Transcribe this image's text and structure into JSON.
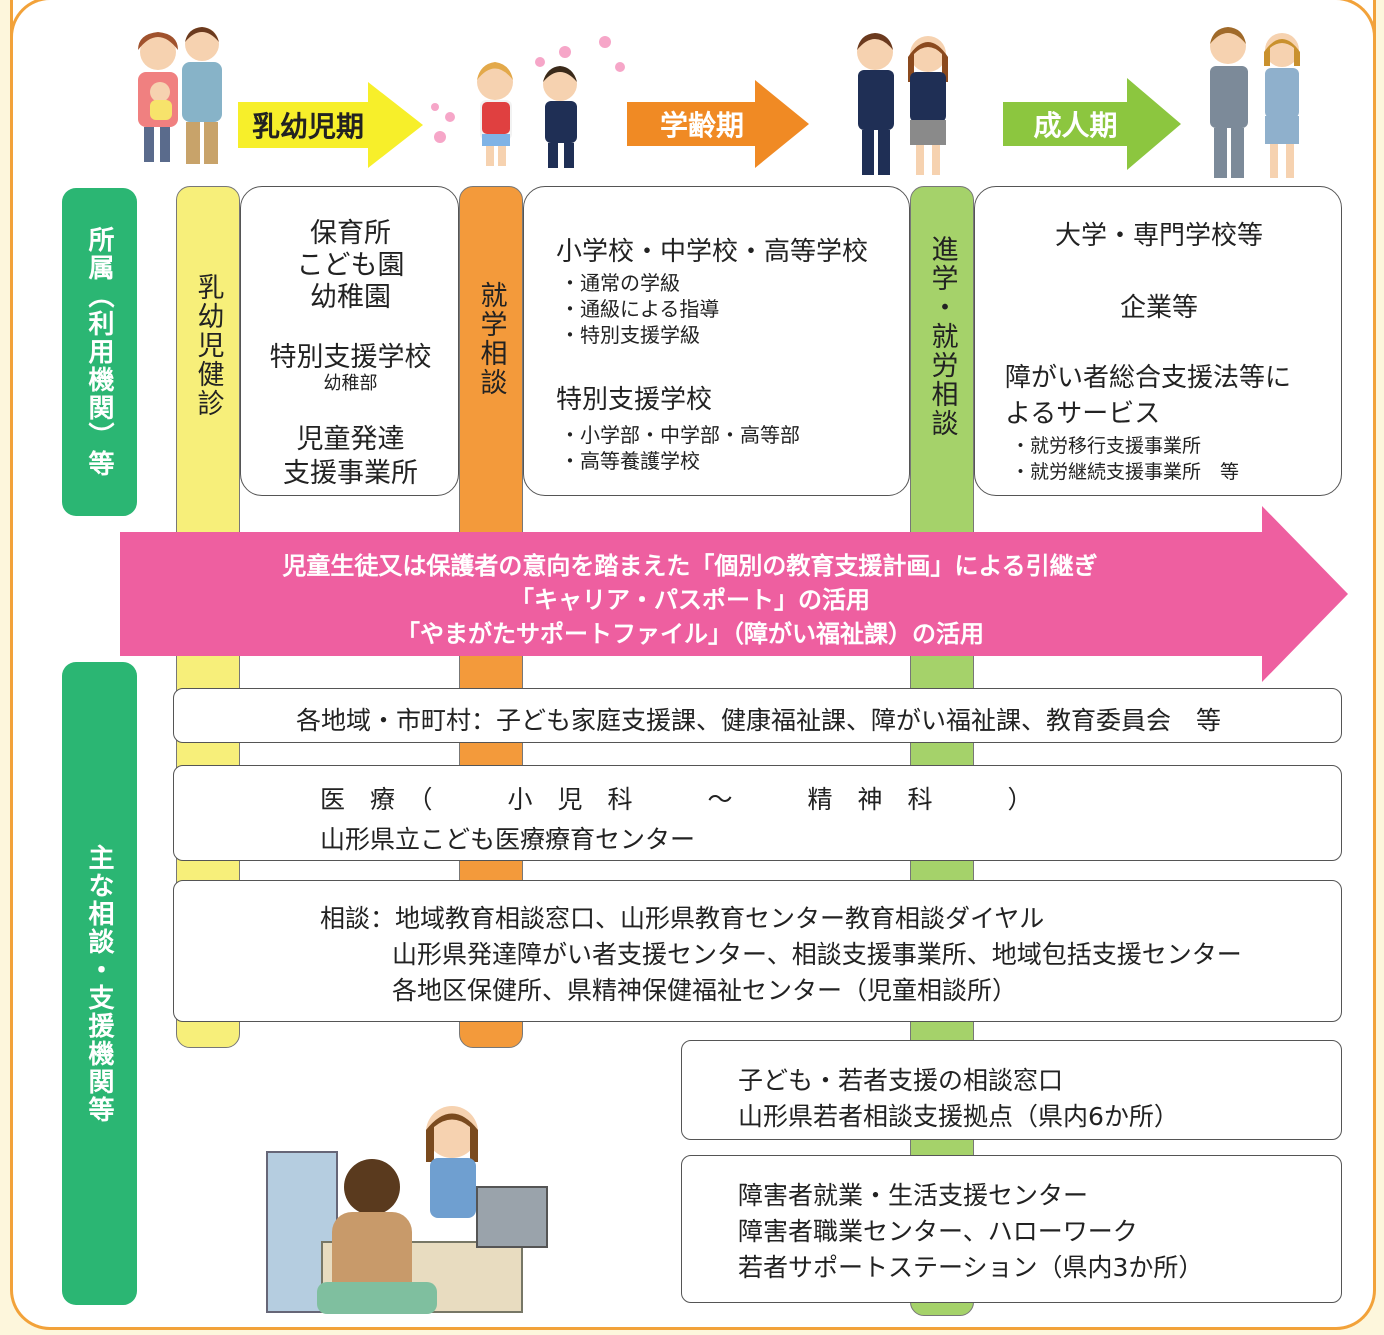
{
  "stages": {
    "infant_label": "乳幼児期",
    "school_label": "学齢期",
    "adult_label": "成人期"
  },
  "side_labels": {
    "top": "所属（利用機関）等",
    "bottom": "主な相談・支援機関等"
  },
  "columns": {
    "checkup": "乳幼児健診",
    "school_consult": "就学相談",
    "career_consult": "進学・就労相談"
  },
  "infant_box": {
    "line1": "保育所",
    "line2": "こども園",
    "line3": "幼稚園",
    "line4": "特別支援学校",
    "line5": "幼稚部",
    "line6": "児童発達",
    "line7": "支援事業所"
  },
  "school_box": {
    "title1": "小学校・中学校・高等学校",
    "item1": "・通常の学級",
    "item2": "・通級による指導",
    "item3": "・特別支援学級",
    "title2": "特別支援学校",
    "item4": "・小学部・中学部・高等部",
    "item5": "・高等養護学校"
  },
  "adult_box": {
    "line1": "大学・専門学校等",
    "line2": "企業等",
    "line3": "障がい者総合支援法等に",
    "line4": "よるサービス",
    "item1": "・就労移行支援事業所",
    "item2": "・就労継続支援事業所　等"
  },
  "banner": {
    "line1": "児童生徒又は保護者の意向を踏まえた「個別の教育支援計画」による引継ぎ",
    "line2": "「キャリア・パスポート」の活用",
    "line3": "「やまがたサポートファイル」（障がい福祉課）の活用"
  },
  "support": {
    "region": "各地域・市町村：子ども家庭支援課、健康福祉課、障がい福祉課、教育委員会　等",
    "medical1": "医　療　（　　　小　児　科　　　～　　　精　神　科　　　）",
    "medical2": "山形県立こども医療療育センター",
    "consult1": "相談：地域教育相談窓口、山形県教育センター教育相談ダイヤル",
    "consult2": "山形県発達障がい者支援センター、相談支援事業所、地域包括支援センター",
    "consult3": "各地区保健所、県精神保健福祉センター（児童相談所）",
    "youth1": "子ども・若者支援の相談窓口",
    "youth2": "山形県若者相談支援拠点（県内6か所）",
    "work1": "障害者就業・生活支援センター",
    "work2": "障害者職業センター、ハローワーク",
    "work3": "若者サポートステーション（県内3か所）"
  },
  "colors": {
    "orange_frame": "#f2a23a",
    "green": "#2bb673",
    "yellow": "#f7ef7a",
    "orange": "#f39a3b",
    "light_green": "#a5d26a",
    "pink": "#ee5fa0"
  }
}
